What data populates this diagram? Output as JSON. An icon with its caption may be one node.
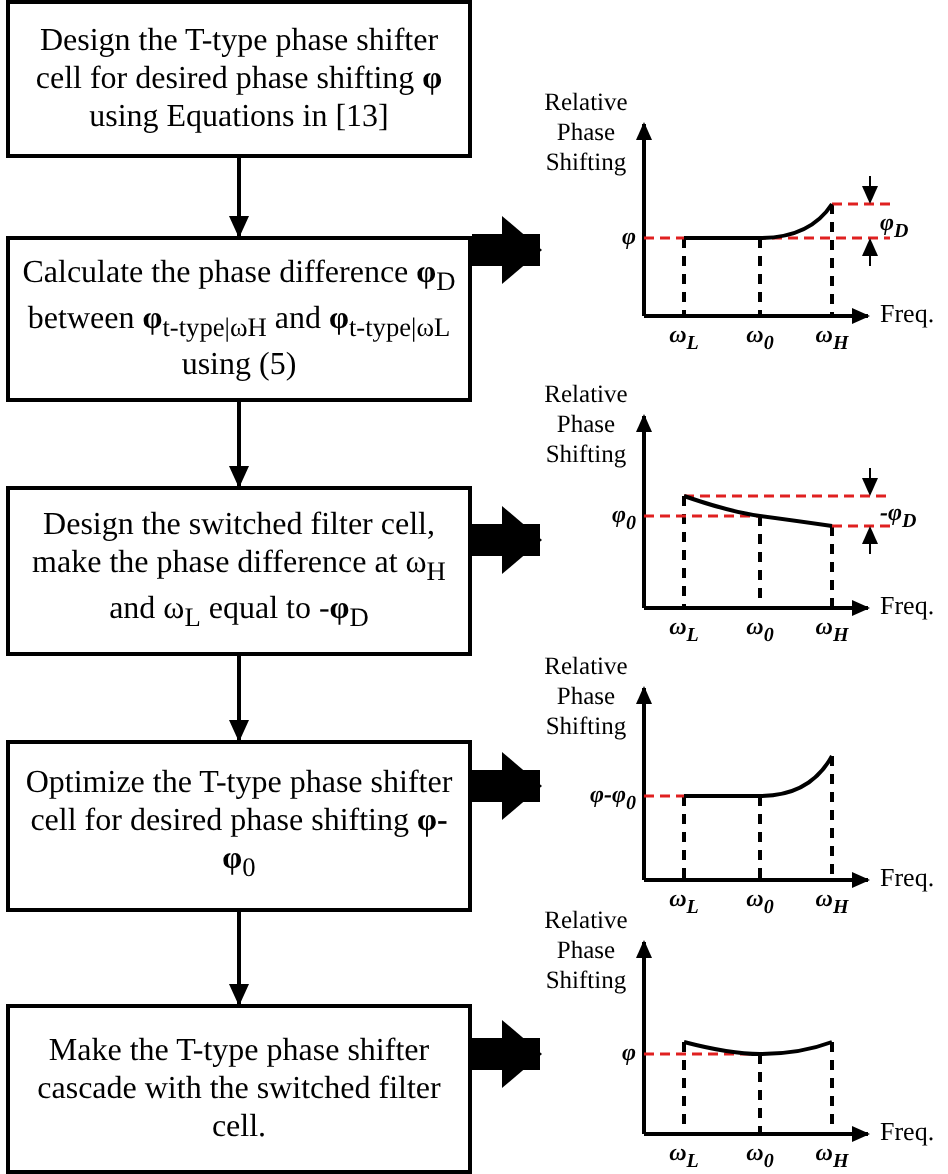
{
  "diagram": {
    "nodes": [
      {
        "text": [
          "Design the T-type phase shifter cell for desired phase shifting **φ** using Equations in [13]"
        ]
      },
      {
        "text": [
          "Calculate the phase difference **φ**$_{D}$ between **φ**$_{t-type|ωH}$ and **φ**$_{t-type|ωL}$ using (5)"
        ]
      },
      {
        "text": [
          "Design the switched filter cell, make the phase difference at ω$_{H}$ and ω$_{L}$ equal to -**φ**$_{D}$"
        ]
      },
      {
        "text": [
          "Optimize the T-type phase shifter cell for desired phase shifting **φ-φ**$_{0}$"
        ]
      },
      {
        "text": [
          "Make the T-type phase shifter cascade with the switched filter cell."
        ]
      },
      {
        "text": [
          "Relative Phase Shifting",
          "φ",
          "φ$_{D}$",
          "ω$_{L}$",
          "ω$_{0}$",
          "ω$_{H}$",
          "Freq."
        ]
      },
      {
        "text": [
          "Relative Phase Shifting",
          "φ$_{0}$",
          "-φ$_{D}$",
          "ω$_{L}$",
          "ω$_{0}$",
          "ω$_{H}$",
          "Freq."
        ]
      },
      {
        "text": [
          "Relative Phase Shifting",
          "φ-φ$_{0}$",
          "ω$_{L}$",
          "ω$_{0}$",
          "ω$_{H}$",
          "Freq."
        ]
      },
      {
        "text": [
          "Relative Phase Shifting",
          "φ",
          "ω$_{L}$",
          "ω$_{0}$",
          "ω$_{H}$",
          "Freq."
        ]
      }
    ],
    "edges": [
      {
        "from": 0,
        "to": 1,
        "arrow": "to"
      },
      {
        "from": 1,
        "to": 2,
        "arrow": "to"
      },
      {
        "from": 2,
        "to": 3,
        "arrow": "to"
      },
      {
        "from": 3,
        "to": 4,
        "arrow": "to"
      },
      {
        "from": 1,
        "to": 5,
        "arrow": "to",
        "style": "thick"
      },
      {
        "from": 2,
        "to": 6,
        "arrow": "to",
        "style": "thick"
      },
      {
        "from": 3,
        "to": 7,
        "arrow": "to",
        "style": "thick"
      },
      {
        "from": 4,
        "to": 8,
        "arrow": "to",
        "style": "thick"
      }
    ]
  }
}
